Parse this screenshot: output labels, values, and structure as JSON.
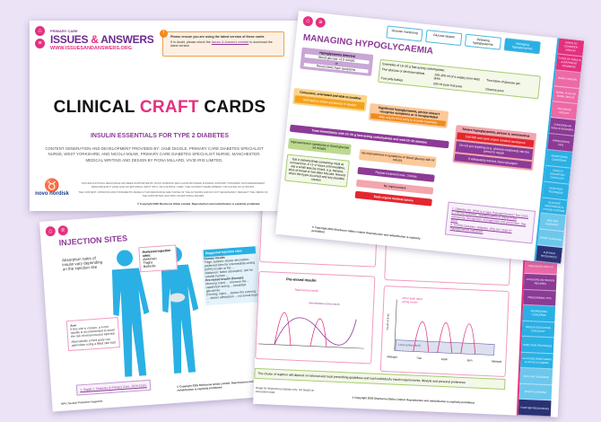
{
  "front_card": {
    "brand_small": "PRIMARY CARE",
    "brand_main_1": "ISSUES ",
    "brand_amp": "&",
    "brand_main_2": " ANSWERS",
    "brand_url": "WWW.ISSUESANDANSWERS.ORG",
    "warning_title": "Please ensure you are using the latest version of these cards",
    "warning_text_1": "If in doubt, please check the ",
    "warning_link": "Issues & Answers website",
    "warning_text_2": " to download the latest version",
    "title_1": "CLINICAL ",
    "title_2": "CRAFT",
    "title_3": " CARDS",
    "subtitle": "INSULIN ESSENTIALS FOR TYPE 2 DIABETES",
    "credits": [
      "CONTENT GENERATION AND DEVELOPMENT PROVIDED BY: JANE DIGGLE, PRIMARY CARE DIABETES SPECIALIST NURSE, WEST YORKSHIRE, AND NICOLA MILNE, PRIMARY CARE DIABETES SPECIALIST NURSE, MANCHESTER.",
      "MEDICAL WRITING AND DESIGN BY FIONA MILLARD, VIVID IRIS LIMITED."
    ],
    "logo_text": "novo nordisk",
    "disclaimer_1": "THIS EDUCATIONAL RESOURCE HAS BEEN SUPPORTED BY NOVO NORDISK WHO HAVE PROVIDED FUNDING SUPPORT TOWARDS THIS INDEPENDENT RESOURCE BUT HAVE HAD NO EDITORIAL INPUT INTO, OR CONTROL OVER, THE CONTENT DEVELOPMENT OR CHOICE OF AUTHORS.",
    "disclaimer_2": "THE CONTENT, OPINIONS AND STATEMENTS MADE IN THIS RESOURCE ARE THOSE OF THE AUTHORS AND DO NOT NECESSARILY REFLECT THE VIEWS OF THE SUPPORTER, EDITORS OR EDITORIAL BOARD.",
    "copyright": "© Copyright 2026 Sherborne Gibbs Limited. Reproduction and redistribution is explicitly prohibited."
  },
  "hypo_card": {
    "title": "MANAGING HYPOGLYCAEMIA",
    "tabs": [
      "Glucose monitoring",
      "Glucose targets",
      "Detecting hypoglycaemia",
      "Managing hypoglycaemia"
    ],
    "detected": "Hypoglycaemia detected",
    "bg_low": "Blood glucose <3.9 mmol/L",
    "or": "or",
    "feels_hypo": "Person feels hypo symptoms",
    "examples_title": "Examples of 15–20 g fast-acting carbohydrate:",
    "examples": [
      "Five glucose or dextrose tablets",
      "150–200 ml of a sugary (non-diet) drink",
      "Two tubes of glucose gel",
      "Four jelly babies",
      "200 ml pure fruit juice",
      "Glucose juice"
    ],
    "conscious": "Conscious, orientated and able to swallow",
    "self_treat": "Self-treat or obtain assistance if needed",
    "significant": "Significant hypoglycaemia, person doesn't recognise symptoms or is incapacitated",
    "third_party": "May require third party to provide treatment",
    "treat_immediately": "Treat immediately with 15–20 g fast-acting carbohydrate and wait 10–15 minutes",
    "severe": "Severe hypoglycaemia, person is unconscious",
    "call_999": "Call 999 and seek urgent medical assistance",
    "do_not_put": "Do not put anything (e.g. glucose treatment) into the person's mouth",
    "glucagon": "If adequately trained, inject glucagon",
    "improvement": "Improvement in symptoms or blood glucose ≥4 mmol/L",
    "eat_carb": "Eat a carbohydrate-containing meal at normal time; if >1–2 hours until mealtime, eat a small starchy snack, e.g. banana, slice of bread or two plain biscuits. Record when the hypo occurred and any possible causes",
    "no_improvement_q": "No improvement in symptoms or blood glucose still <4 mmol/L",
    "repeat": "Repeat treatment max. 3 times",
    "no_improvement": "No improvement",
    "seek_advice": "Seek urgent medical advice",
    "references": [
      "1. Diabetes UK. What is a hypo (hypoglycaemia)? Nov 2023.",
      "2. TREND Diabetes. Hypoglycaemia in adults in the community: Recognition, management and prevention. Sep 2023.",
      "3. TREND Diabetes. Diabetes: Why do I need it? Hypoglycaemia explained."
    ],
    "copyright": "© Copyright 2026 Sherborne Gibbs Limited. Reproduction and redistribution is explicitly prohibited.",
    "side_tabs": [
      "WHEN TO CONSIDER INSULIN",
      "TYPES OF INSULIN & DIFFERENT REGIMENS",
      "BASAL INSULIN",
      "BASAL PLUS OR BASAL BOLUS",
      "PRE-MIXED INSULIN",
      "CHOOSING AN INSULIN REGIMEN",
      "PRESCRIBING TIPS",
      "ADDRESSING CONCERNS",
      "INSULIN EDUCATION CHECKLIST",
      "INJECTION TECHNIQUE",
      "GLUCOSE MONITORING & HYPOGLYCAEMIA",
      "SICK DAY GUIDANCE",
      "SPORT & DRIVING",
      "FURTHER RESOURCES"
    ]
  },
  "injection_card": {
    "title": "INJECTION SITES",
    "bullet": "Absorption rates of insulin vary depending on the injection site",
    "preferred_title": "Preferred injection sites:",
    "preferred_sites": [
      "Abdomen",
      "Thighs",
      "Buttocks"
    ],
    "arm_title": "Arm",
    "arm_text_1": "If this site is chosen, a 4 mm needle is recommended to avoid the risk of intramuscular injection",
    "arm_text_2": "Alternatively a third party can administer using a lifted skin fold",
    "suggested_title": "Suggested injection sites",
    "human_insulin": "Human insulin",
    "thigh": "Thigh, buttock: slower absorption; preferred sites for intermediate-acting (NPH) insulin at the ...",
    "abdomen": "Abdomen: faster absorption; site for soluble human ...",
    "premixed": "Pre-mixed insulin (human)",
    "morning": "Morning: inject ... increase the ... rapid/short-acting ... breakfast glycaemia",
    "evening": "Evening: inject ... before the evening ... slower absorption ... nocturnal hypo ...",
    "reference": "1. Diggle J. Diabetes & Primary Care. 2019;21(4).",
    "abbrev": "NPH: Neutral Protamine Hagedorn.",
    "copyright": "© Copyright 2026 Sherborne Gibbs Limited. Reproduction and redistribution is explicitly prohibited."
  },
  "chart_card": {
    "y_label": "Insulin activity",
    "x_ticks": [
      "Midnight",
      "7am",
      "12pm",
      "6pm",
      "Midnight"
    ],
    "long_acting": "Long-acting insulin",
    "premixed_title": "Pre-mixed insulin",
    "rapid_acting": "Rapid-acting insulin",
    "intermediate": "Intermediate-acting insulin",
    "ultra_rapid": "Ultra rapid/ rapid-acting insulin",
    "note": "The choice of regimen will depend on national and local prescribing guidelines and each individual's insulin requirements, lifestyle and personal preference",
    "image_note": "Image for illustrative purposes only; not based on real patient data.",
    "copyright": "© Copyright 2026 Sherborne Gibbs Limited. Reproduction and redistribution is explicitly prohibited."
  },
  "colors": {
    "background": "#ece3f6",
    "pink": "#e4317f",
    "purple": "#8c3a96",
    "blue": "#2ab0e4",
    "navy": "#2a3275",
    "orange": "#f4a21d",
    "green": "#a6cc6e"
  }
}
